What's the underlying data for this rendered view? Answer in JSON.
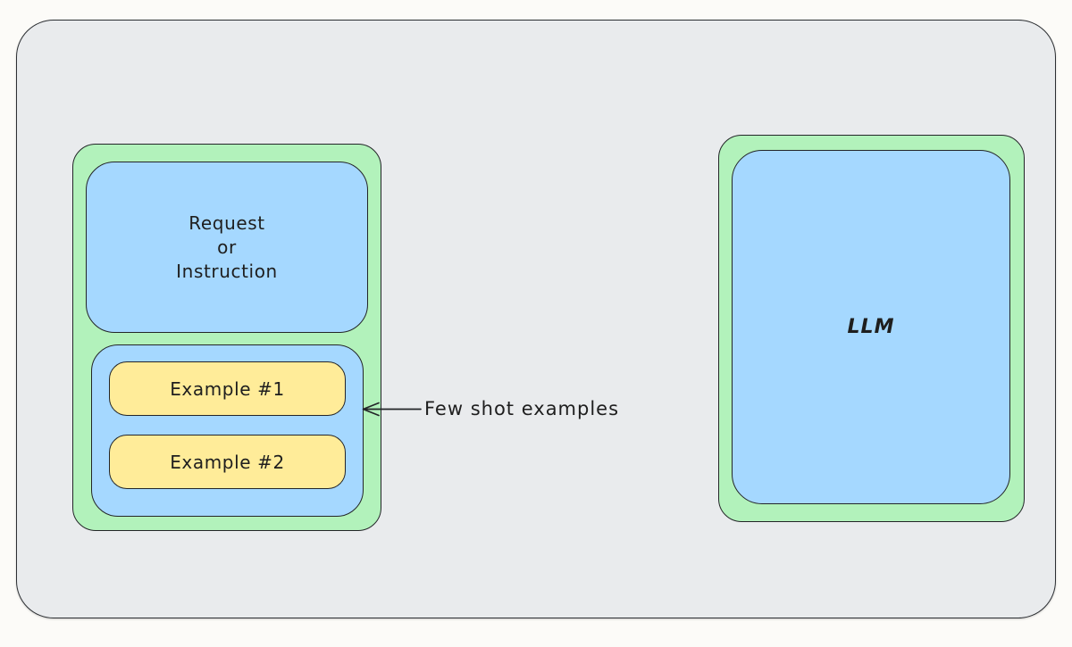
{
  "colors": {
    "page_background": "#fcfbf8",
    "canvas_fill": "#e9ebed",
    "group_green": "#b2f2bb",
    "box_blue": "#a5d8ff",
    "example_yellow": "#ffec99",
    "stroke": "#232528",
    "text": "#1e1e1e"
  },
  "prompt_group": {
    "request_box_lines": [
      "Request",
      "or",
      "Instruction"
    ],
    "example_boxes": [
      "Example #1",
      "Example #2"
    ]
  },
  "annotation": {
    "few_shot_label": "Few shot examples"
  },
  "llm": {
    "label": "LLM"
  }
}
